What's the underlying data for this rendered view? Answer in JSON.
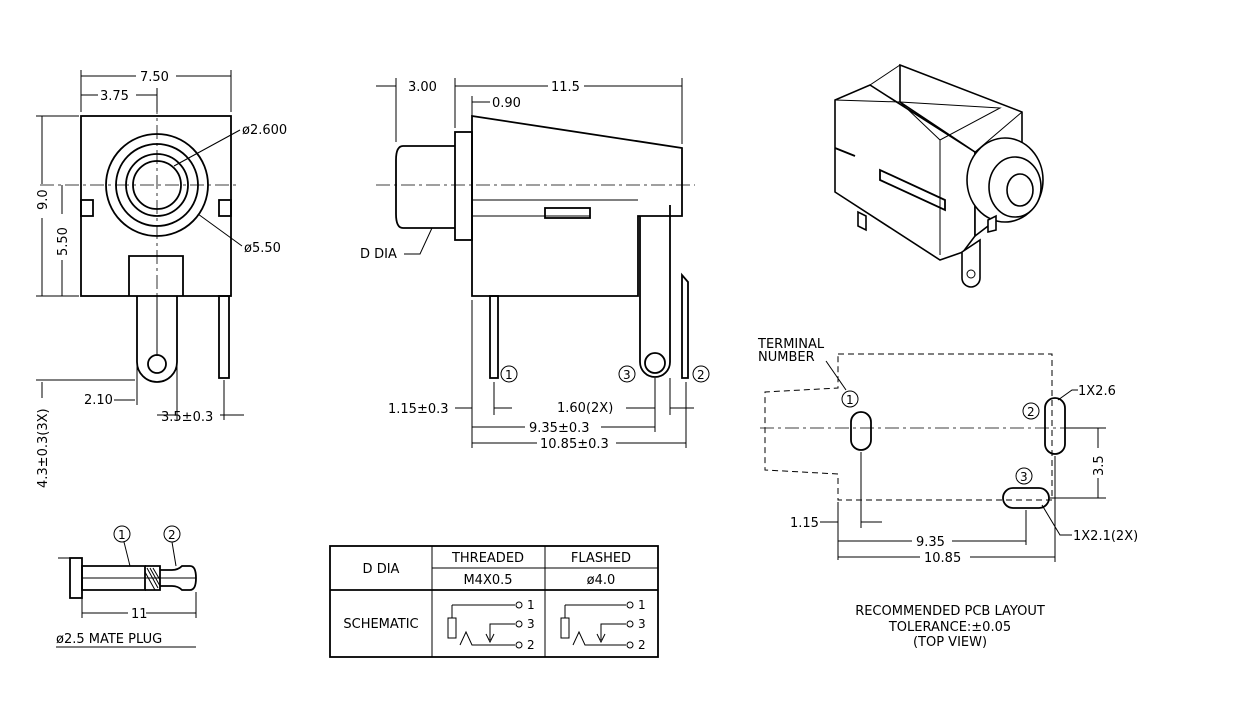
{
  "front_view": {
    "width": "7.50",
    "half_width": "3.75",
    "height": "9.0",
    "center_height": "5.50",
    "inner_diameter": "ø2.600",
    "outer_diameter": "ø5.50",
    "pin_offset": "2.10",
    "pin_pitch": "3.5±0.3",
    "pin_length": "4.3±0.3(3X)"
  },
  "side_view": {
    "front_length": "3.00",
    "body_length": "11.5",
    "flange": "0.90",
    "d_dia_label": "D DIA",
    "pin1_offset": "1.15±0.3",
    "pin_width": "1.60(2X)",
    "pin3_distance": "9.35±0.3",
    "pin2_distance": "10.85±0.3",
    "terminals": [
      "1",
      "3",
      "2"
    ]
  },
  "pcb_layout": {
    "terminal_label": [
      "TERMINAL",
      "NUMBER"
    ],
    "pad_large": "1X2.6",
    "pad_small": "1X2.1(2X)",
    "vertical_offset": "3.5",
    "pin1_offset": "1.15",
    "pin3_distance": "9.35",
    "pin2_distance": "10.85",
    "terminals": [
      "1",
      "2",
      "3"
    ],
    "caption": [
      "RECOMMENDED PCB LAYOUT",
      "TOLERANCE:±0.05",
      "(TOP VIEW)"
    ]
  },
  "mate_plug": {
    "labels": [
      "1",
      "2"
    ],
    "length": "11",
    "caption": "ø2.5 MATE PLUG"
  },
  "spec_table": {
    "row1_label": "D DIA",
    "col_threaded": "THREADED",
    "col_flashed": "FLASHED",
    "threaded_value": "M4X0.5",
    "flashed_value": "ø4.0",
    "row2_label": "SCHEMATIC",
    "schematic_pins": [
      "1",
      "3",
      "2"
    ]
  }
}
